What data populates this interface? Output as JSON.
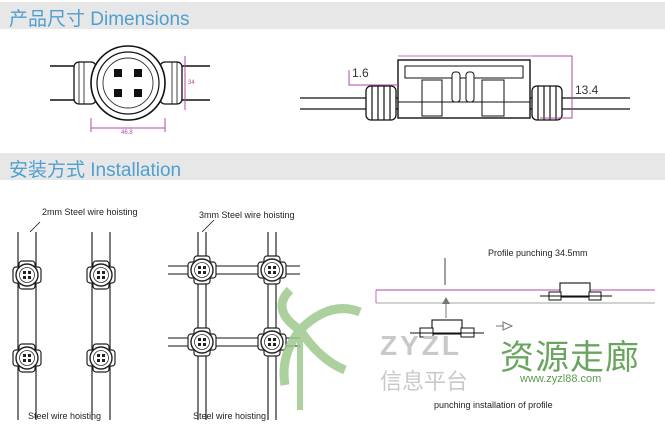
{
  "sections": {
    "dimensions_title": "产品尺寸 Dimensions",
    "installation_title": "安装方式 Installation"
  },
  "dimensions": {
    "width_label": "46.8",
    "height_label": "34",
    "left_offset_label": "1.6",
    "height_side_label": "13.4"
  },
  "installation": {
    "fig1_top_label": "2mm Steel wire hoisting",
    "fig1_bottom_label": "Steel wire hoisting",
    "fig2_top_label": "3mm Steel wire hoisting",
    "fig2_bottom_label": "Steel wire hoisting",
    "fig3_top_label": "Profile punching 34.5mm",
    "fig3_bottom_label": "punching installation of profile"
  },
  "watermark": {
    "latin": "ZYZL",
    "cn_main": "资源走廊",
    "cn_sub": "信息平台",
    "url": "www.zyzl88.com"
  },
  "colors": {
    "section_band": "#e7e7e7",
    "section_title": "#4f9fd0",
    "dimension_line": "#b04aa0",
    "watermark_green": "#5a9c4e"
  }
}
